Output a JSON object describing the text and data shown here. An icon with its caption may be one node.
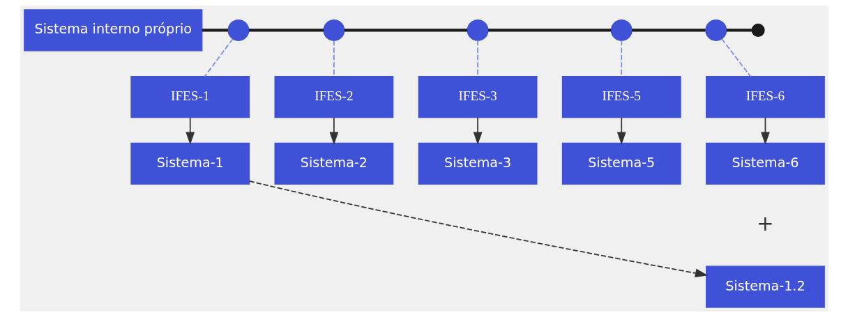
{
  "diagram": {
    "nodes": [
      {
        "text": [
          "Sistema interno próprio"
        ]
      },
      {
        "text": [],
        "shape": "circle"
      },
      {
        "text": [],
        "shape": "circle"
      },
      {
        "text": [],
        "shape": "circle"
      },
      {
        "text": [],
        "shape": "circle"
      },
      {
        "text": [],
        "shape": "circle"
      },
      {
        "text": [],
        "shape": "circle"
      },
      {
        "text": [
          "IFES-1"
        ]
      },
      {
        "text": [
          "IFES-2"
        ]
      },
      {
        "text": [
          "IFES-3"
        ]
      },
      {
        "text": [
          "IFES-5"
        ]
      },
      {
        "text": [
          "IFES-6"
        ]
      },
      {
        "text": [
          "Sistema-1"
        ]
      },
      {
        "text": [
          "Sistema-2"
        ]
      },
      {
        "text": [
          "Sistema-3"
        ]
      },
      {
        "text": [
          "Sistema-5"
        ]
      },
      {
        "text": [
          "Sistema-6"
        ]
      },
      {
        "text": [
          "Sistema-1.2"
        ]
      }
    ],
    "edges": [
      {
        "from": 0,
        "to": 1,
        "arrow": "none",
        "style": "thick"
      },
      {
        "from": 1,
        "to": 2,
        "arrow": "none",
        "style": "thick"
      },
      {
        "from": 2,
        "to": 3,
        "arrow": "none",
        "style": "thick"
      },
      {
        "from": 3,
        "to": 4,
        "arrow": "none",
        "style": "thick"
      },
      {
        "from": 4,
        "to": 5,
        "arrow": "none",
        "style": "thick"
      },
      {
        "from": 5,
        "to": 6,
        "arrow": "none",
        "style": "thick"
      },
      {
        "from": 1,
        "to": 7,
        "arrow": "none",
        "style": "dashed",
        "color": "#7b8ae8"
      },
      {
        "from": 2,
        "to": 8,
        "arrow": "none",
        "style": "dashed",
        "color": "#7b8ae8"
      },
      {
        "from": 3,
        "to": 9,
        "arrow": "none",
        "style": "dashed",
        "color": "#7b8ae8"
      },
      {
        "from": 4,
        "to": 10,
        "arrow": "none",
        "style": "dashed",
        "color": "#7b8ae8"
      },
      {
        "from": 5,
        "to": 11,
        "arrow": "none",
        "style": "dashed",
        "color": "#7b8ae8"
      },
      {
        "from": 7,
        "to": 12,
        "arrow": "to"
      },
      {
        "from": 8,
        "to": 13,
        "arrow": "to"
      },
      {
        "from": 9,
        "to": 14,
        "arrow": "to"
      },
      {
        "from": 10,
        "to": 15,
        "arrow": "to"
      },
      {
        "from": 11,
        "to": 16,
        "arrow": "to"
      },
      {
        "from": 12,
        "to": 17,
        "arrow": "to",
        "style": "dashed"
      }
    ],
    "labels": [
      "+"
    ]
  }
}
